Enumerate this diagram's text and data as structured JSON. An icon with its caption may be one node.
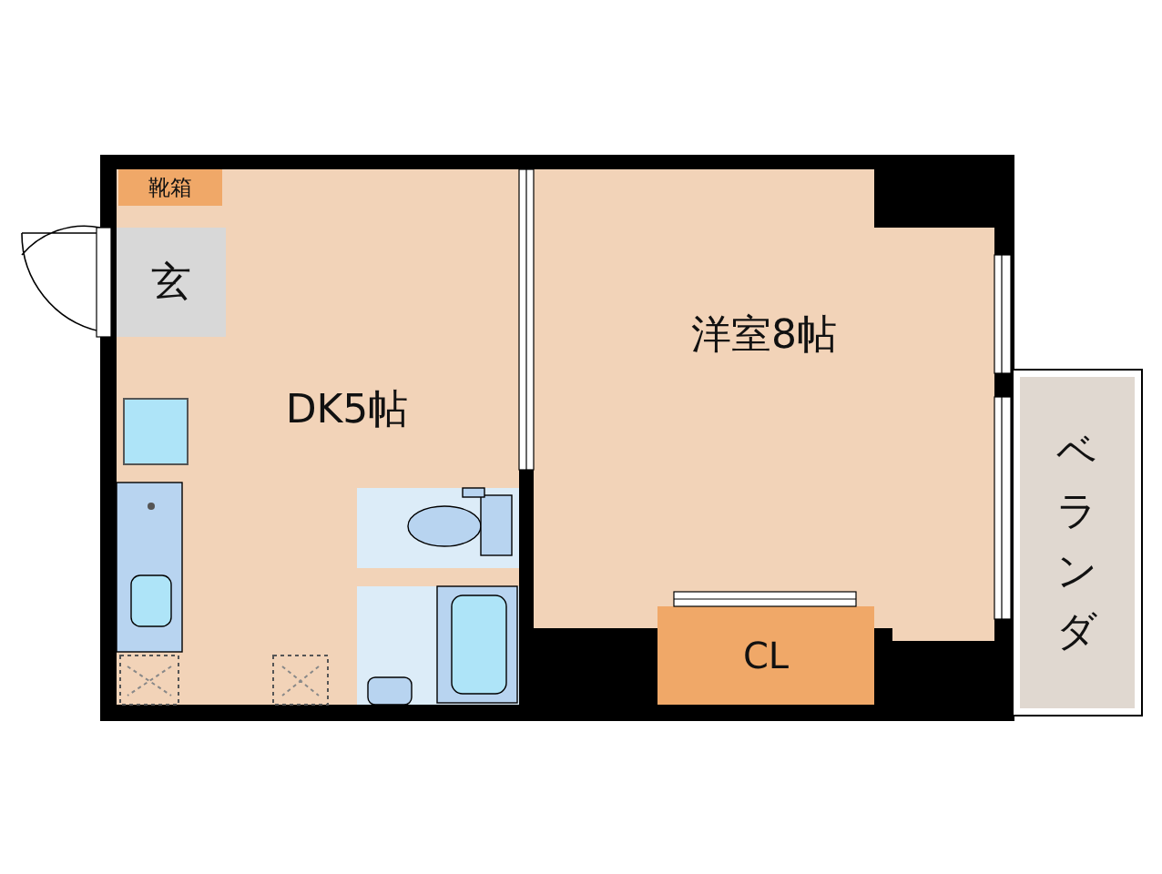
{
  "diagram": {
    "nodes": [
      {
        "text": [
          "靴箱"
        ],
        "in": 2
      },
      {
        "text": [
          "玄"
        ],
        "in": 2
      },
      {
        "text": [
          "DK5帖"
        ]
      },
      {
        "text": [
          "洋室8帖"
        ]
      },
      {
        "text": [
          "CL"
        ]
      },
      {
        "text": [
          "ベランダ"
        ]
      }
    ]
  }
}
